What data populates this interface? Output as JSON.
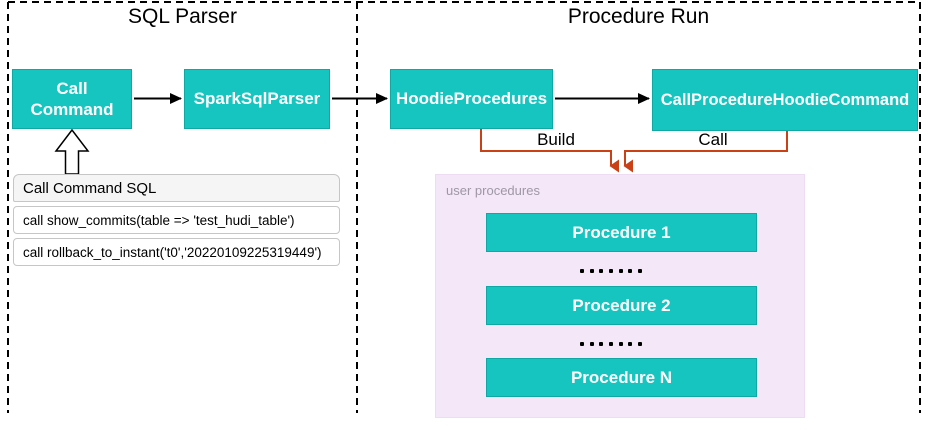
{
  "sections": {
    "sql_parser": {
      "title": "SQL Parser"
    },
    "procedure_run": {
      "title": "Procedure Run"
    }
  },
  "nodes": {
    "call_command": "Call Command",
    "spark_sql_parser": "SparkSqlParser",
    "hoodie_procedures": "HoodieProcedures",
    "call_procedure_hoodie_command": "CallProcedureHoodieCommand"
  },
  "sql_card": {
    "header": "Call Command SQL",
    "rows": [
      "call show_commits(table => 'test_hudi_table')",
      "call rollback_to_instant('t0','20220109225319449')"
    ]
  },
  "edges": {
    "build_label": "Build",
    "call_label": "Call"
  },
  "user_procedures": {
    "label": "user procedures",
    "items": [
      "Procedure 1",
      "Procedure 2",
      "Procedure N"
    ],
    "ellipsis": "ellipsis-dots"
  },
  "colors": {
    "node_teal": "#16c5c0",
    "node_teal_border": "#0ea9a4",
    "edge_red": "#cb4116",
    "panel_pink": "#f4e7f7",
    "panel_label_gray": "#9e97a6",
    "card_header_bg": "#f5f5f5",
    "card_border": "#c6c6c6",
    "line_black": "#000000"
  }
}
